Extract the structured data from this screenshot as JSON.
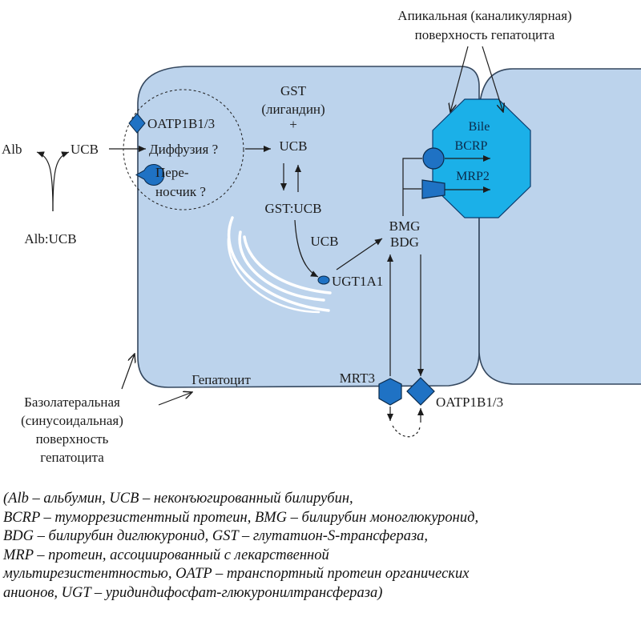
{
  "labels": {
    "apical_line1": "Апикальная (каналикулярная)",
    "apical_line2": "поверхность гепатоцита",
    "gst_line1": "GST",
    "gst_line2": "(лигандин)",
    "plus": "+",
    "ucb_top": "UCB",
    "gst_ucb": "GST:UCB",
    "ucb_mid": "UCB",
    "ugt1a1": "UGT1A1",
    "oatp_top": "OATP1B1/3",
    "diffusion": "Диффузия ?",
    "carrier_line1": "Пере-",
    "carrier_line2": "носчик ?",
    "alb": "Alb",
    "ucb_left": "UCB",
    "alb_ucb": "Alb:UCB",
    "bmg": "BMG",
    "bdg": "BDG",
    "bile": "Bile",
    "bcrp": "BCRP",
    "mrp2": "MRP2",
    "mrt3": "MRT3",
    "oatp_bottom": "OATP1B1/3",
    "hepatocyte": "Гепатоцит",
    "baso_line1": "Базолатеральная",
    "baso_line2": "(синусоидальная)",
    "baso_line3": "поверхность",
    "baso_line4": "гепатоцита"
  },
  "caption": [
    "(Alb – альбумин, UCB – неконъюгированный билирубин,",
    "BCRP – туморрезистентный протеин, BMG – билирубин моноглюкуронид,",
    "BDG – билирубин диглюкуронид, GST – глутатион-S-трансфераза,",
    "MRP – протеин, ассоциированный с лекарственной",
    "мультирезистентностью, OATP – транспортный протеин органических",
    "анионов, UGT – уридиндифосфат-глюкуронилтрансфераза)"
  ],
  "colors": {
    "cell_fill": "#bcd3ec",
    "cell_stroke": "#34475e",
    "transporter": "#1f72c4",
    "canaliculus": "#1bb0e8"
  }
}
